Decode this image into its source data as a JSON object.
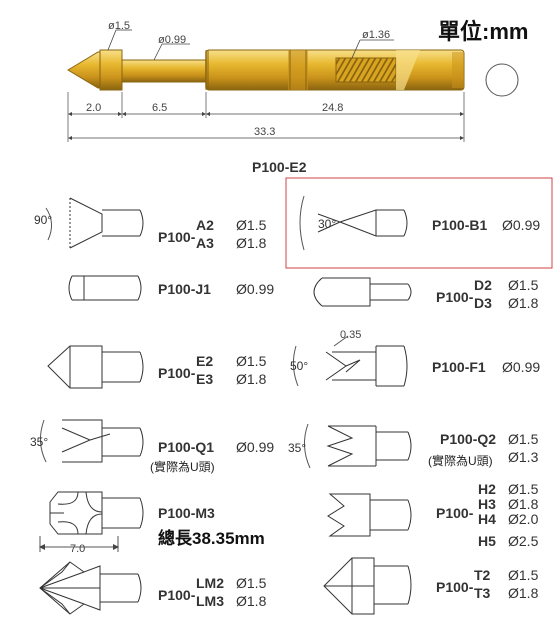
{
  "unit_label": "單位:mm",
  "top_probe": {
    "dia_tip": "ø1.5",
    "dia_shaft": "ø0.99",
    "dia_barrel": "ø1.36",
    "len_tip": "2.0",
    "len_plunger": "6.5",
    "len_barrel": "24.8",
    "len_total": "33.3",
    "model": "P100-E2"
  },
  "tips": {
    "a": {
      "angle": "90°",
      "prefix": "P100-",
      "sub1": "A2",
      "sub2": "A3",
      "spec1": "Ø1.5",
      "spec2": "Ø1.8"
    },
    "b1": {
      "angle": "30°",
      "code": "P100-B1",
      "spec": "Ø0.99"
    },
    "j1": {
      "code": "P100-J1",
      "spec": "Ø0.99"
    },
    "d": {
      "prefix": "P100-",
      "sub1": "D2",
      "sub2": "D3",
      "spec1": "Ø1.5",
      "spec2": "Ø1.8"
    },
    "e": {
      "prefix": "P100-",
      "sub1": "E2",
      "sub2": "E3",
      "spec1": "Ø1.5",
      "spec2": "Ø1.8"
    },
    "f1": {
      "angle": "50°",
      "dim": "0.35",
      "code": "P100-F1",
      "spec": "Ø0.99"
    },
    "q1": {
      "angle": "35°",
      "code": "P100-Q1",
      "spec": "Ø0.99",
      "note": "(實際為U頭)"
    },
    "q2": {
      "angle": "35°",
      "code": "P100-Q2",
      "spec1": "Ø1.5",
      "spec2": "Ø1.3",
      "note": "(實際為U頭)"
    },
    "m3": {
      "code": "P100-M3",
      "dim": "7.0",
      "total": "總長38.35mm"
    },
    "h": {
      "prefix": "P100-",
      "sub1": "H2",
      "sub2": "H3",
      "sub3": "H4",
      "sub4": "H5",
      "spec1": "Ø1.5",
      "spec2": "Ø1.8",
      "spec3": "Ø2.0",
      "spec4": "Ø2.5"
    },
    "lm": {
      "prefix": "P100-",
      "sub1": "LM2",
      "sub2": "LM3",
      "spec1": "Ø1.5",
      "spec2": "Ø1.8"
    },
    "t": {
      "prefix": "P100-",
      "sub1": "T2",
      "sub2": "T3",
      "spec1": "Ø1.5",
      "spec2": "Ø1.8"
    }
  },
  "colors": {
    "gold_dark": "#b8860b",
    "gold": "#e8b830",
    "gold_light": "#f8e08a",
    "highlight_box": "#d04040"
  }
}
